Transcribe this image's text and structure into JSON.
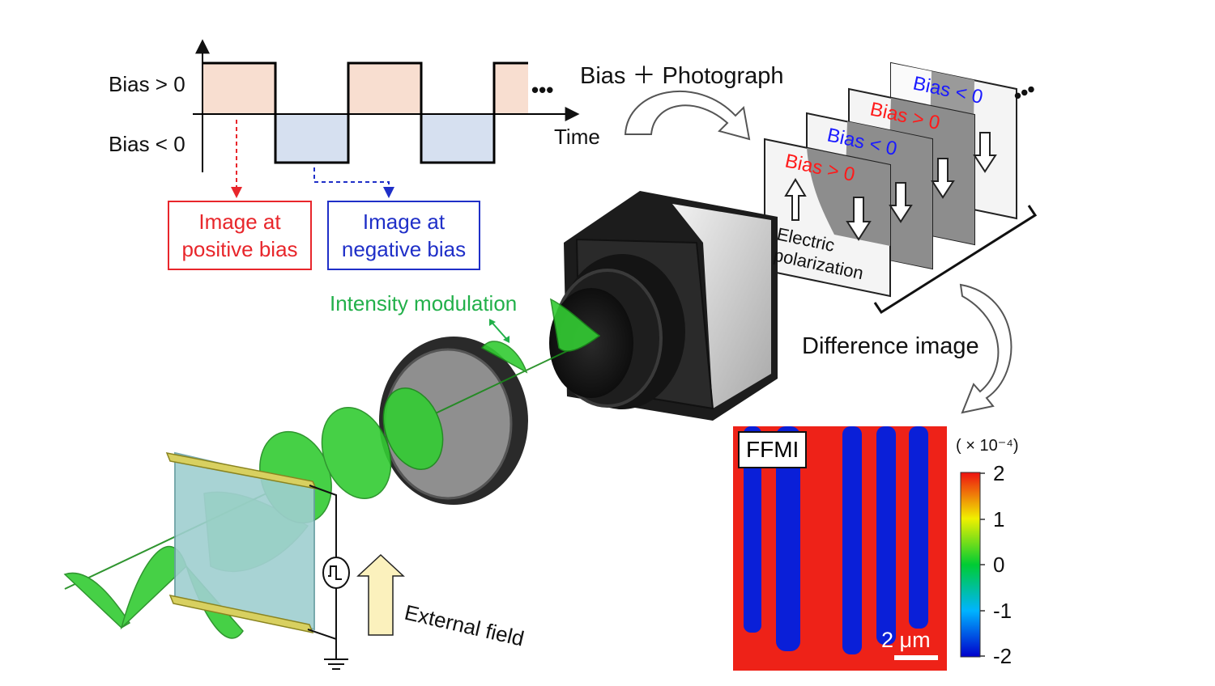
{
  "waveform": {
    "label_positive": "Bias > 0",
    "label_negative": "Bias < 0",
    "axis_label": "Time",
    "ellipsis": "•••"
  },
  "boxes": {
    "positive_line1": "Image at",
    "positive_line2": "positive bias",
    "negative_line1": "Image at",
    "negative_line2": "negative bias"
  },
  "bias_photograph": "Bias ＋ Photograph",
  "frames": [
    {
      "label": "Bias > 0",
      "color": "#ff1a1a"
    },
    {
      "label": "Bias < 0",
      "color": "#1a1aff"
    },
    {
      "label": "Bias > 0",
      "color": "#ff1a1a"
    },
    {
      "label": "Bias < 0",
      "color": "#1a1aff"
    }
  ],
  "frames_ellipsis": "•••",
  "polarization_line1": "Electric",
  "polarization_line2": "polarization",
  "difference_image": "Difference image",
  "intensity_modulation": "Intensity modulation",
  "external_field": "External field",
  "ffmi": {
    "label": "FFMI",
    "scale_bar": "2 μm",
    "colorbar_unit": "( × 10⁻⁴)",
    "ticks": [
      "2",
      "1",
      "0",
      "-1",
      "-2"
    ]
  },
  "colors": {
    "positive": "#e8262b",
    "negative": "#1f2fc8",
    "green_light": "#2fd12f",
    "green_text": "#22b04a",
    "positive_fill": "#f8ded0",
    "negative_fill": "#d6e0f0"
  }
}
